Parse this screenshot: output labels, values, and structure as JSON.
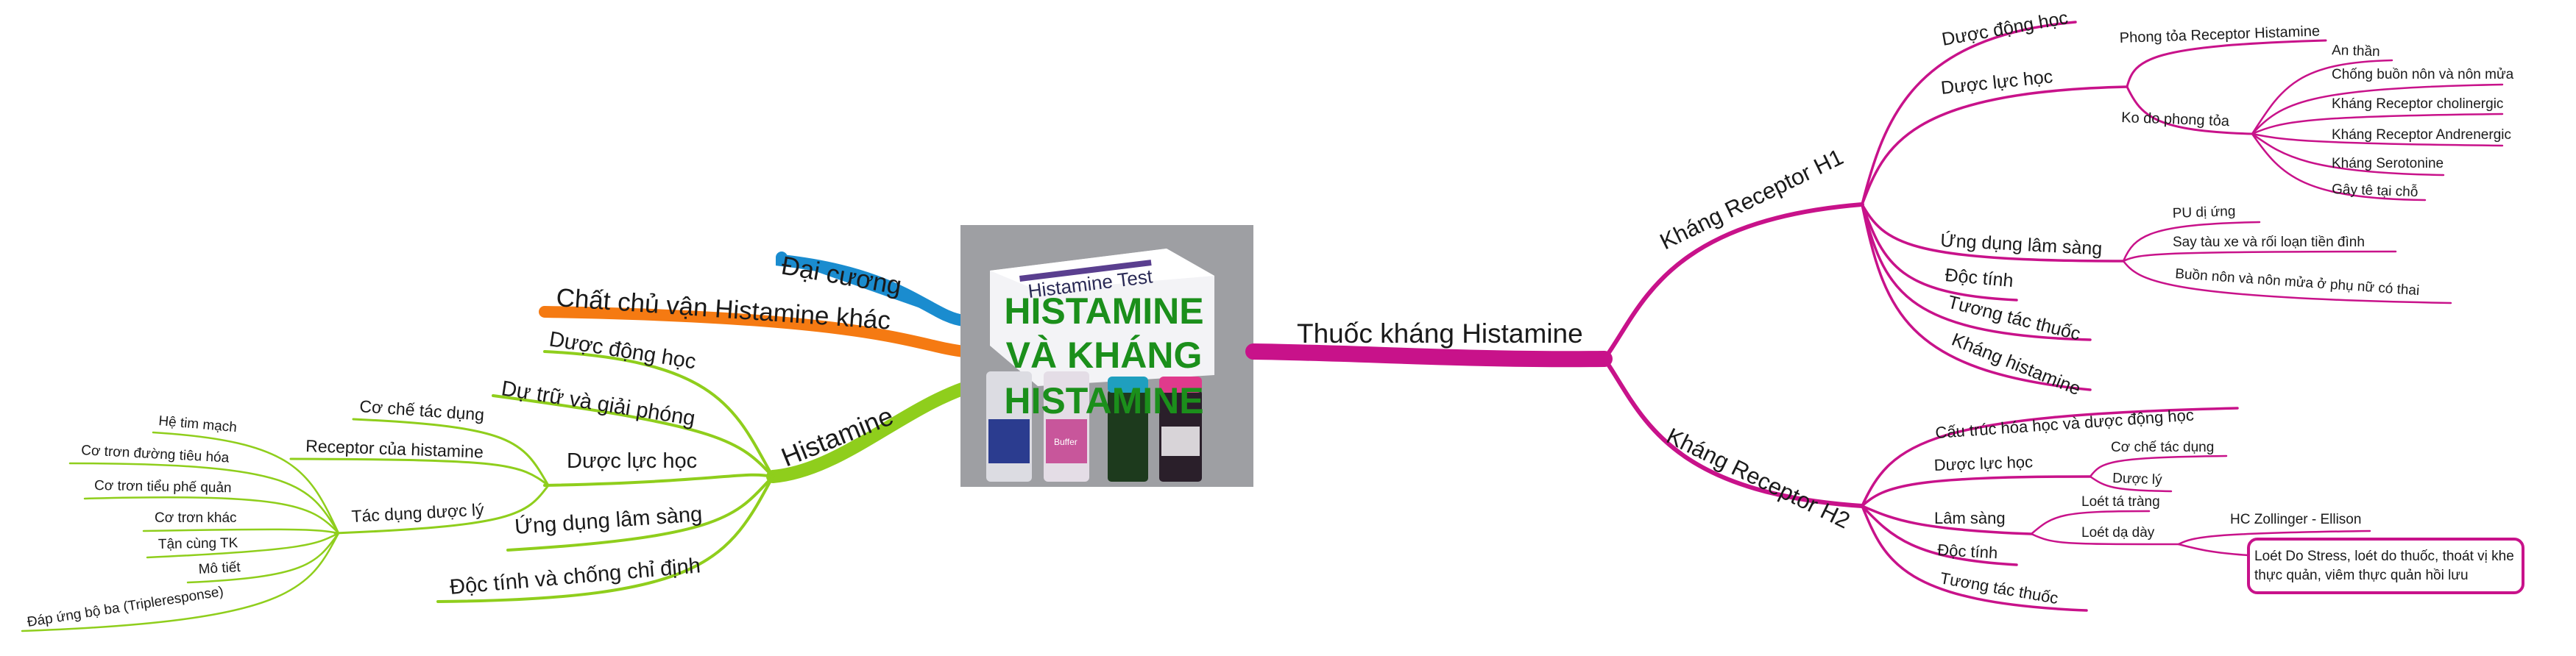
{
  "center": {
    "title_lines": [
      "HISTAMINE",
      "VÀ KHÁNG",
      "HISTAMINE"
    ],
    "photo": {
      "box_label": "Histamine Test",
      "bottle_labels": [
        "",
        "Buffer",
        "",
        ""
      ]
    }
  },
  "colors": {
    "title": "#1b8f1b",
    "histamine": "#8fce1c",
    "antihist": "#c8128a",
    "dai_cuong": "#1a8ccf",
    "chat_chu_van": "#f57a12"
  },
  "left": {
    "dai_cuong": "Đại cương",
    "chat_chu_van": "Chất chủ vận Histamine khác",
    "histamine": {
      "label": "Histamine",
      "duoc_dong_hoc": "Dược động học",
      "du_tru": "Dự trữ và giải phóng",
      "duoc_luc_hoc": {
        "label": "Dược lực học",
        "co_che": "Cơ chế tác dụng",
        "receptor": "Receptor của histamine",
        "tac_dung": {
          "label": "Tác dụng dược lý",
          "items": [
            "Hệ tim mạch",
            "Cơ trơn đường tiêu hóa",
            "Cơ trơn tiểu phế quản",
            "Cơ trơn khác",
            "Tận cùng TK",
            "Mô tiết",
            "Đáp ứng bộ ba (Tripleresponse)"
          ]
        }
      },
      "ung_dung": "Ứng dụng lâm sàng",
      "doc_tinh": "Độc tính và chống chỉ định"
    }
  },
  "right": {
    "label": "Thuốc kháng Histamine",
    "h1": {
      "label": "Kháng Receptor H1",
      "duoc_dong_hoc": "Dược động học",
      "duoc_luc_hoc": {
        "label": "Dược lực học",
        "phong_toa": "Phong tỏa Receptor Histamine",
        "ko_do": {
          "label": "Ko do phong tỏa",
          "items": [
            "An thần",
            "Chống buồn nôn và nôn mửa",
            "Kháng Receptor cholinergic",
            "Kháng Receptor Andrenergic",
            "Kháng Serotonine",
            "Gây tê tại chỗ"
          ]
        }
      },
      "ung_dung": {
        "label": "Ứng dụng lâm sàng",
        "items": [
          "PU dị ứng",
          "Say tàu xe và rối loạn tiền đình",
          "Buồn nôn và nôn mửa ở phụ nữ có thai"
        ]
      },
      "doc_tinh": "Độc tính",
      "tuong_tac": "Tương tác thuốc",
      "khang_hist": "Kháng histamine"
    },
    "h2": {
      "label": "Kháng Receptor H2",
      "cau_truc": "Cấu trúc hóa học và dược động học",
      "duoc_luc_hoc": {
        "label": "Dược lực học",
        "items": [
          "Cơ chế tác dụng",
          "Dược lý"
        ]
      },
      "lam_sang": {
        "label": "Lâm sàng",
        "loet_ta_trang": "Loét tá tràng",
        "loet_da_day": {
          "label": "Loét dạ dày",
          "hc": "HC Zollinger - Ellison",
          "note": "Loét Do Stress, loét do thuốc, thoát vị khe thực quản, viêm thực quản hồi lưu"
        }
      },
      "doc_tinh": "Độc tính",
      "tuong_tac": "Tương tác thuốc"
    }
  }
}
